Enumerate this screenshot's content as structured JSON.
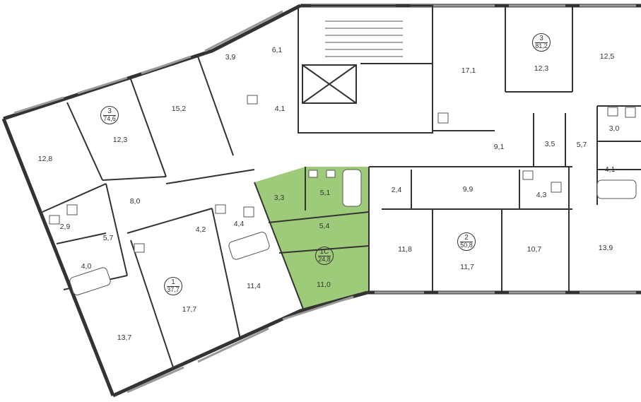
{
  "colors": {
    "highlight": "#94c56a",
    "wall": "#333333",
    "window": "#8a8a8a"
  },
  "apartments": {
    "a1": {
      "rooms": "1",
      "area": "37,7"
    },
    "a2": {
      "rooms": "2",
      "area": "50,8"
    },
    "a3_left": {
      "rooms": "3",
      "area": "74,6"
    },
    "a3_right": {
      "rooms": "3",
      "area": "81,2"
    },
    "a1c": {
      "rooms": "1С",
      "area": "24,8"
    }
  },
  "rooms": {
    "r12_8": "12,8",
    "r12_3a": "12,3",
    "r15_2": "15,2",
    "r3_9": "3,9",
    "r6_1": "6,1",
    "r4_1a": "4,1",
    "r17_1": "17,1",
    "r12_3b": "12,3",
    "r12_5": "12,5",
    "r3_0": "3,0",
    "r9_1": "9,1",
    "r3_5": "3,5",
    "r5_7a": "5,7",
    "r4_1b": "4,1",
    "r8_0": "8,0",
    "r2_9": "2,9",
    "r5_7b": "5,7",
    "r4_0": "4,0",
    "r4_2": "4,2",
    "r4_4": "4,4",
    "r3_3": "3,3",
    "r5_1": "5,1",
    "r5_4": "5,4",
    "r11_0": "11,0",
    "r2_4": "2,4",
    "r9_9": "9,9",
    "r4_3": "4,3",
    "r11_8": "11,8",
    "r11_7": "11,7",
    "r10_7": "10,7",
    "r13_9": "13,9",
    "r17_7": "17,7",
    "r11_4": "11,4",
    "r13_7": "13,7"
  }
}
